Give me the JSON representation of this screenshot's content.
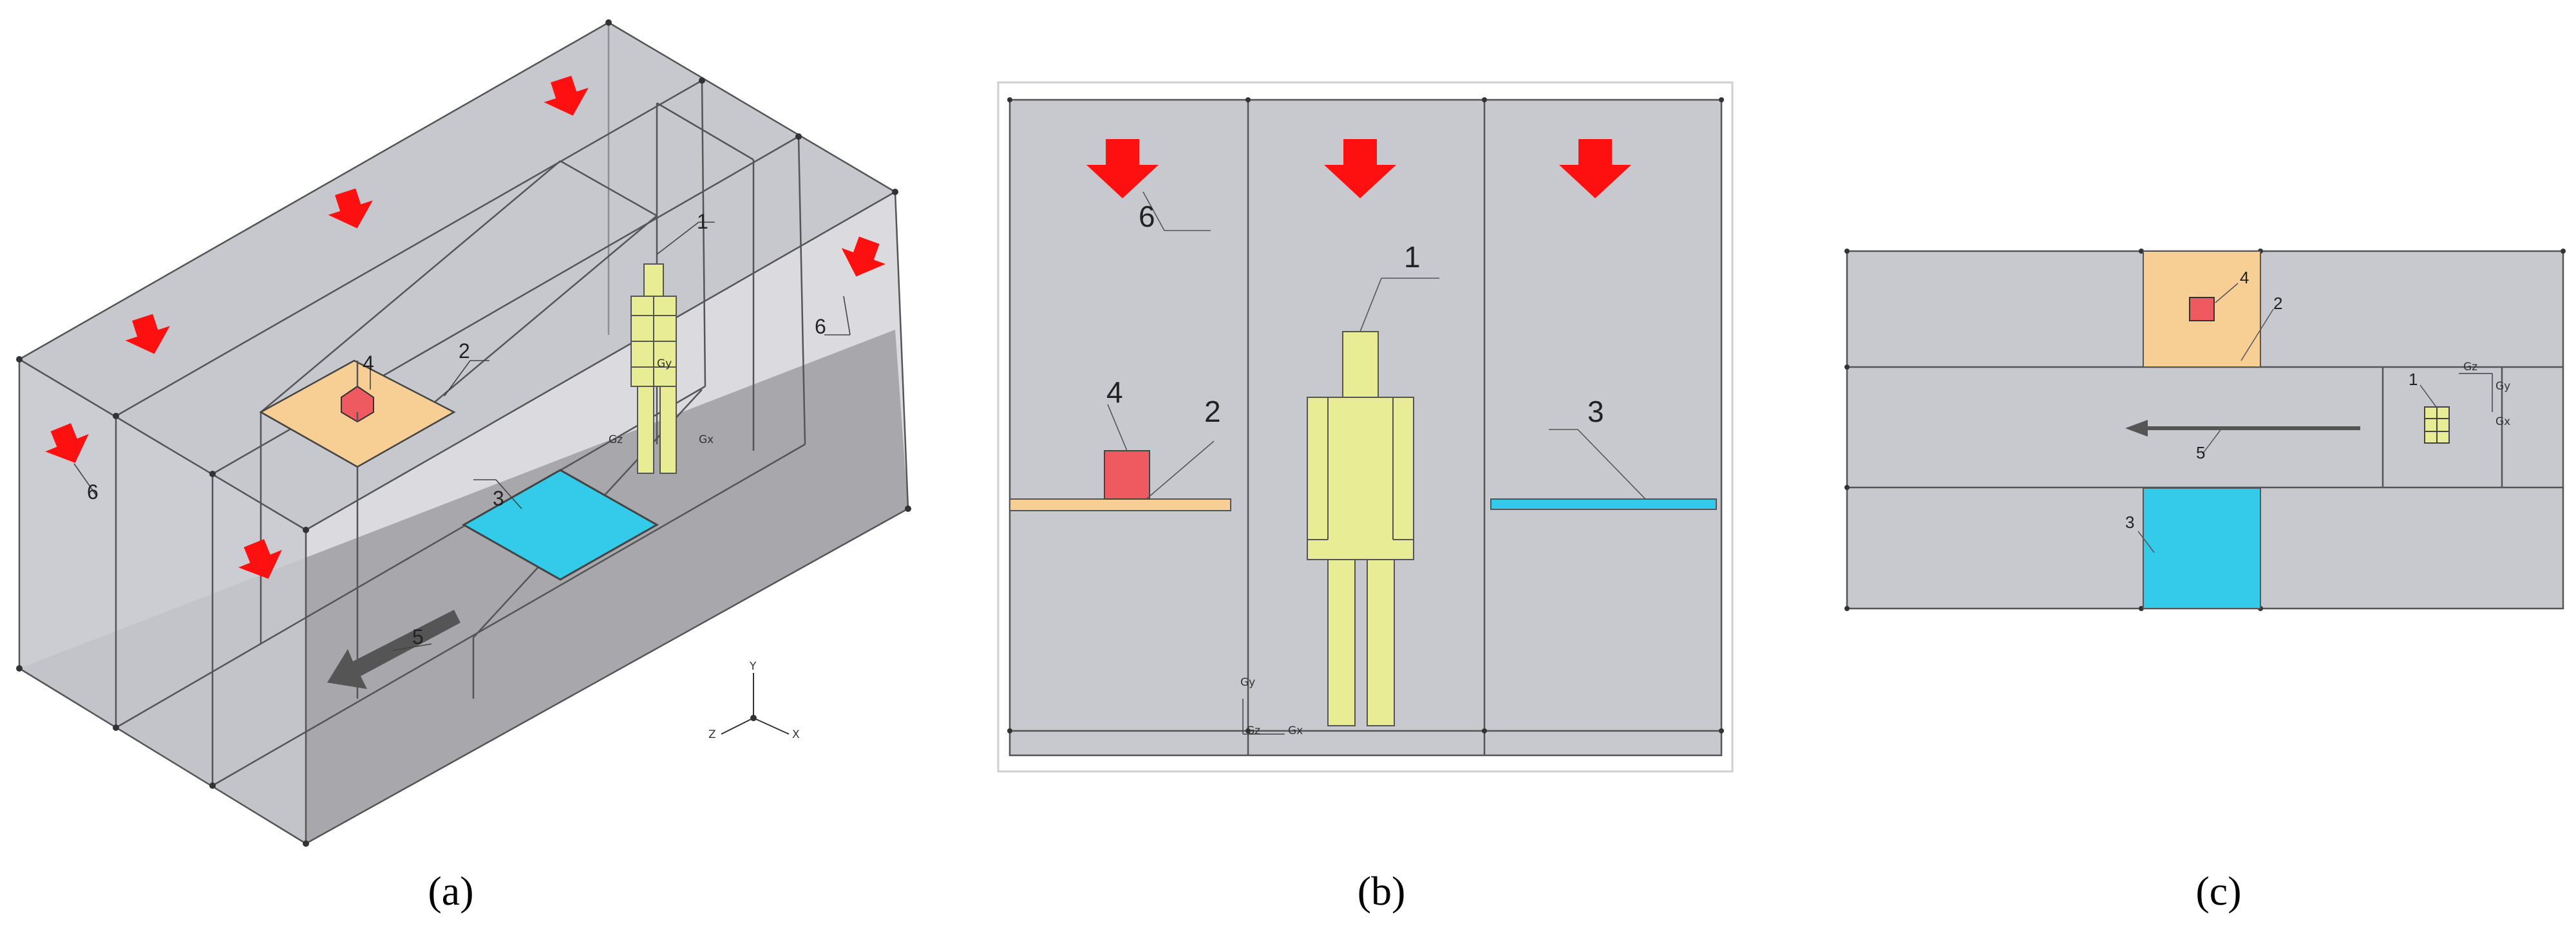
{
  "colors": {
    "room_wall": "#c5c5cc",
    "room_floor": "#8c8c8c",
    "human": "#e8ec94",
    "heat_table": "#f7cf94",
    "heat_source": "#ee5a60",
    "cold_panel": "#33cbe9",
    "supply_arrow": "#ff1010",
    "exhaust_arrow": "#555555"
  },
  "icons": {
    "supply": "down-arrow-red",
    "exhaust": "left-arrow-dark",
    "axes": "xyz-triad"
  },
  "panels": [
    {
      "id": "a",
      "caption": "(a)",
      "view": "isometric",
      "labels": [
        "1",
        "2",
        "3",
        "4",
        "5",
        "6",
        "6"
      ],
      "axis_labels": {
        "x": "X",
        "y": "Y",
        "z": "Z"
      },
      "local_axes": [
        "Gy",
        "Gz",
        "Gx"
      ]
    },
    {
      "id": "b",
      "caption": "(b)",
      "view": "front",
      "labels": [
        "1",
        "2",
        "3",
        "4",
        "6"
      ],
      "local_axes": [
        "Gy",
        "Gz",
        "Gx"
      ]
    },
    {
      "id": "c",
      "caption": "(c)",
      "view": "top",
      "labels": [
        "1",
        "2",
        "3",
        "4",
        "5"
      ],
      "local_axes": [
        "Gz",
        "Gy",
        "Gx"
      ]
    }
  ]
}
